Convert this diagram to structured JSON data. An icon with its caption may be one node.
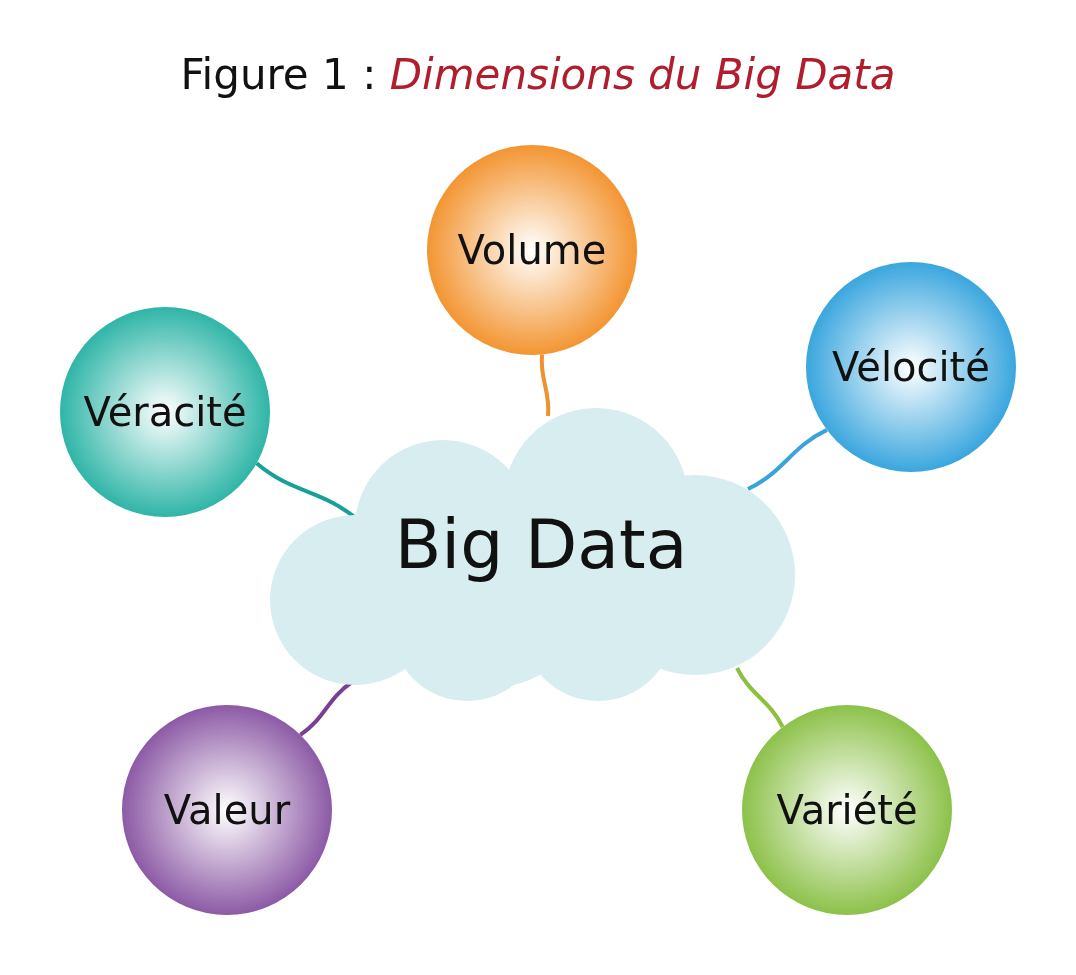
{
  "diagram": {
    "title": "Figure 1 : *Dimensions du Big Data*",
    "nodes": [
      {
        "text": [
          "Volume"
        ]
      },
      {
        "text": [
          "Vélocité"
        ]
      },
      {
        "text": [
          "Véracité"
        ]
      },
      {
        "text": [
          "Big Data"
        ]
      },
      {
        "text": [
          "Valeur"
        ]
      },
      {
        "text": [
          "Variété"
        ]
      }
    ],
    "edges": [
      {
        "from": 3,
        "to": 0,
        "arrow": "none",
        "color": "#f0912f"
      },
      {
        "from": 3,
        "to": 1,
        "arrow": "none",
        "color": "#3aa3dc"
      },
      {
        "from": 3,
        "to": 2,
        "arrow": "none",
        "color": "#17a097"
      },
      {
        "from": 3,
        "to": 4,
        "arrow": "none",
        "color": "#7a3f90"
      },
      {
        "from": 3,
        "to": 5,
        "arrow": "none",
        "color": "#8dc03f"
      }
    ]
  }
}
